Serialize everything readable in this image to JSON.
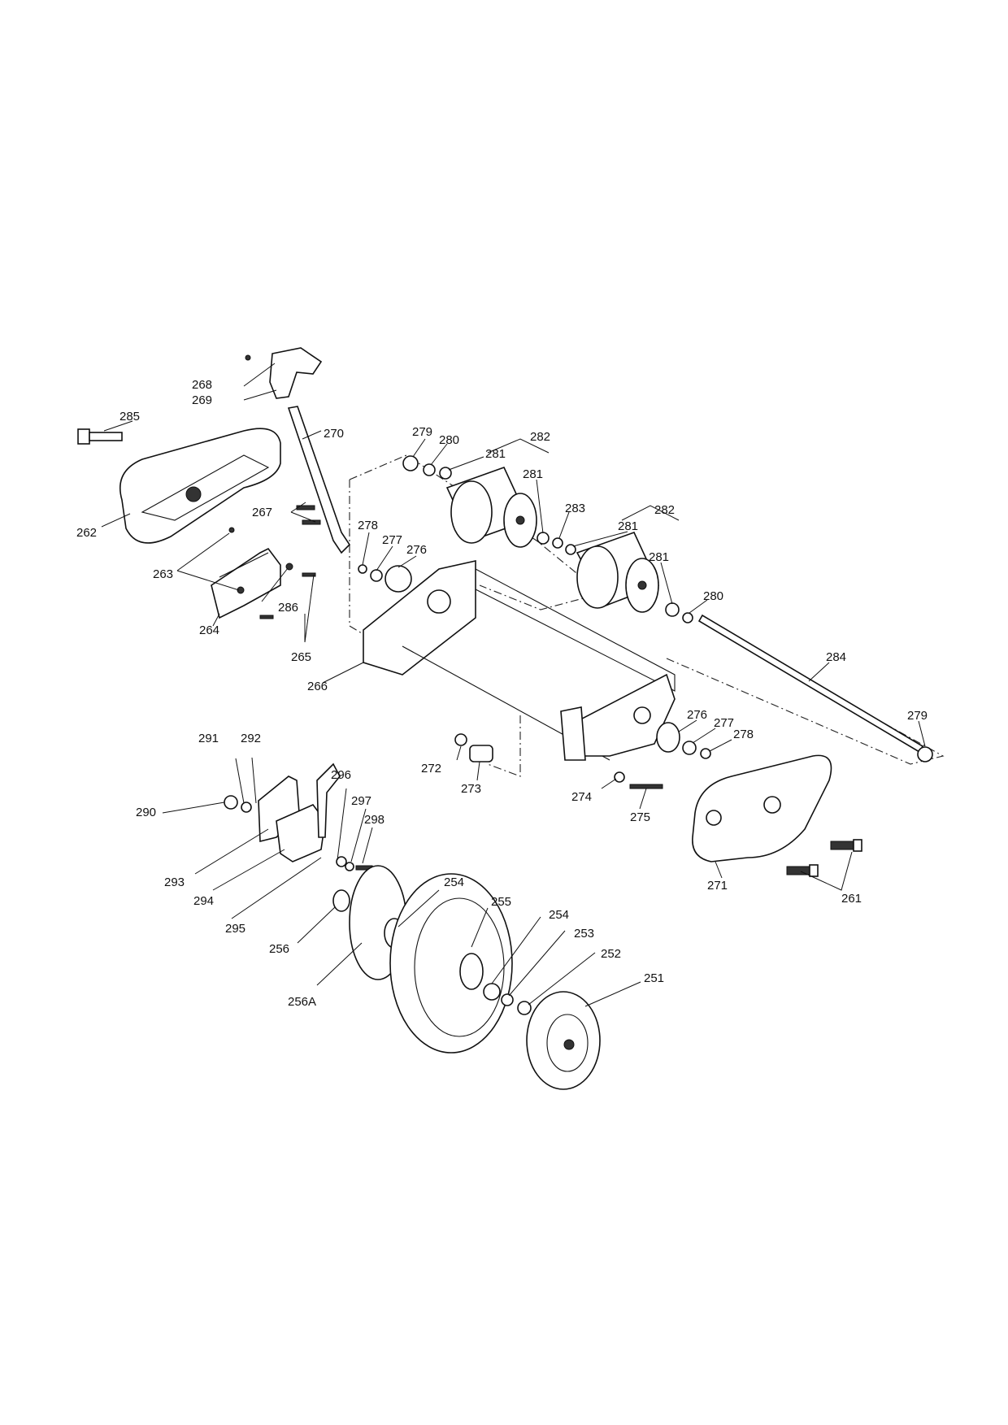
{
  "callouts": {
    "c251": "251",
    "c252": "252",
    "c253": "253",
    "c254a": "254",
    "c254b": "254",
    "c255": "255",
    "c256": "256",
    "c256A": "256A",
    "c261": "261",
    "c262": "262",
    "c263": "263",
    "c264": "264",
    "c265": "265",
    "c266": "266",
    "c267": "267",
    "c268": "268",
    "c269": "269",
    "c270": "270",
    "c271": "271",
    "c272": "272",
    "c273": "273",
    "c274": "274",
    "c275": "275",
    "c276a": "276",
    "c276b": "276",
    "c277a": "277",
    "c277b": "277",
    "c278a": "278",
    "c278b": "278",
    "c279a": "279",
    "c279b": "279",
    "c280a": "280",
    "c280b": "280",
    "c281a": "281",
    "c281b": "281",
    "c281c": "281",
    "c281d": "281",
    "c282a": "282",
    "c282b": "282",
    "c283": "283",
    "c284": "284",
    "c285": "285",
    "c286": "286",
    "c290": "290",
    "c291": "291",
    "c292": "292",
    "c293": "293",
    "c294": "294",
    "c295": "295",
    "c296": "296",
    "c297": "297",
    "c298": "298"
  }
}
